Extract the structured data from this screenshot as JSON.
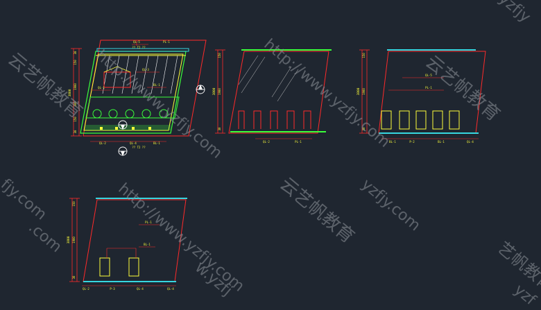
{
  "watermark": {
    "url": "http://www.yzfjy.com",
    "brand": "云艺帆教育",
    "frag_yzfjy": "yzfjy",
    "frag_com": ".com",
    "frag_yzfjy_com": "yzfjy.com",
    "frag_brand_short": "艺帆教育",
    "frag_fjy": "fjy.com",
    "frag_yzfi": "w.yzfj",
    "frag_yzf": "yzf"
  },
  "colors": {
    "background": "#1f2630",
    "red": "#ff2a2a",
    "yellow": "#ffff3a",
    "green": "#3aff3a",
    "cyan": "#36d6e0",
    "white": "#ffffff",
    "watermark": "#8e939a"
  },
  "drawings": {
    "d1": {
      "dims": [
        "30",
        "150",
        "1900",
        "300",
        "150",
        "30"
      ],
      "total": "3800",
      "top_tag": "QL-5",
      "top_tag_sub": "?? T2 ??",
      "top_tag2": "PL-1",
      "tag_ql3": "QL-3",
      "tag_ql1": "QL-1",
      "tag_bl1": "BL-1",
      "bottom_tags": [
        "QL-2",
        "QL-4",
        "BL-1"
      ],
      "bottom_sub": "?? T2 ??"
    },
    "d2": {
      "dims": [
        "150",
        "1900",
        "30"
      ],
      "total": "3800",
      "bottom_tags": [
        "QL-2",
        "PL-1"
      ]
    },
    "d3": {
      "dims": [
        "150",
        "1900",
        "30"
      ],
      "total": "3800",
      "tags": [
        "QL-5",
        "PL-1"
      ],
      "bottom_tags": [
        "BL-1",
        "P-2",
        "BL-1",
        "QL-4"
      ]
    },
    "d4": {
      "dims": [
        "150",
        "1900",
        "30"
      ],
      "total": "3800",
      "tags": [
        "PL-1",
        "BL-1"
      ],
      "bottom_tags": [
        "QL-2",
        "P-3",
        "QL-4",
        "QL-4"
      ]
    }
  }
}
